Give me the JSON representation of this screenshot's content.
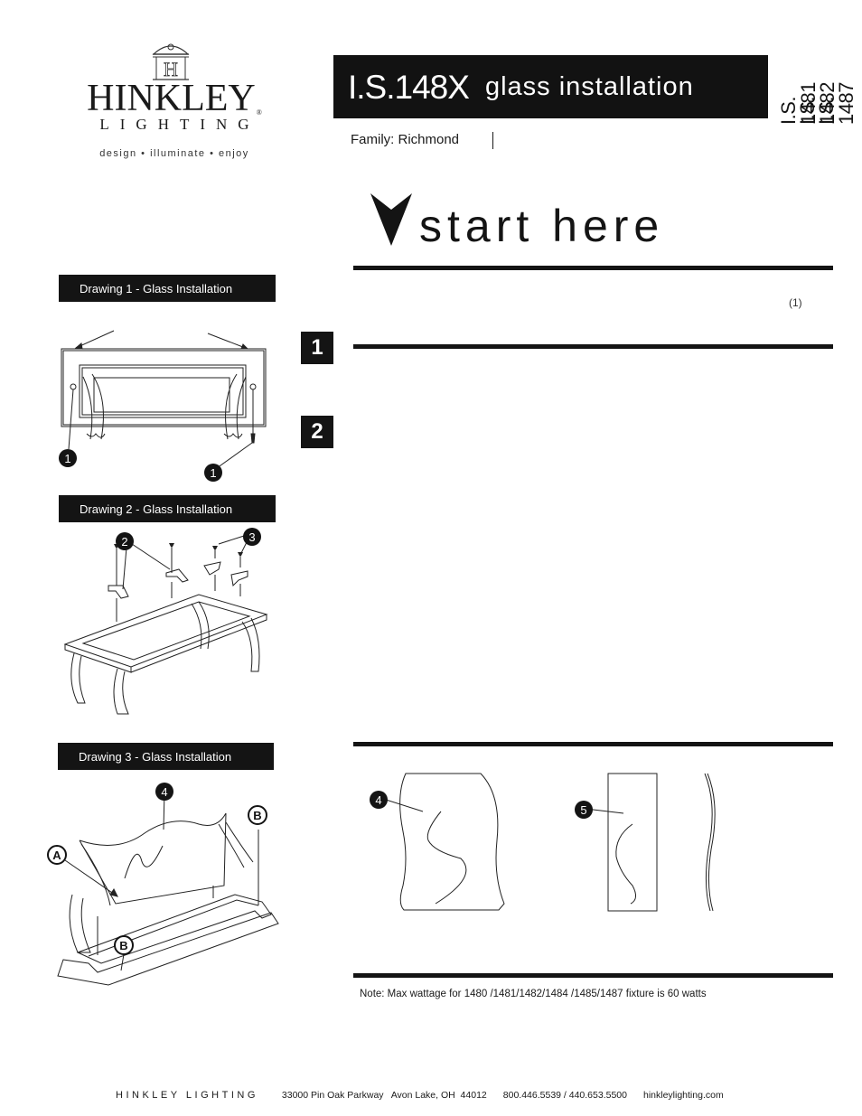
{
  "logo": {
    "name": "HINKLEY",
    "registered": "®",
    "subtitle": "LIGHTING",
    "tagline": "design • illuminate • enjoy"
  },
  "header": {
    "code": "I.S.148X",
    "title": "glass installation",
    "model_codes": [
      "I.S. 1481",
      "I.S. 1482",
      "I.S. 1487"
    ],
    "family": "Family: Richmond"
  },
  "start": {
    "label": "start here",
    "footnote_ref": "(1)"
  },
  "steps": [
    {
      "number": "1"
    },
    {
      "number": "2"
    }
  ],
  "drawings": [
    {
      "label": "Drawing 1 - Glass Installation",
      "callouts": [
        "1",
        "1"
      ]
    },
    {
      "label": "Drawing 2 - Glass Installation",
      "callouts": [
        "2",
        "3"
      ]
    },
    {
      "label": "Drawing 3 - Glass Installation",
      "callouts": [
        "4",
        "A",
        "B",
        "B"
      ]
    }
  ],
  "parts": {
    "callouts": [
      "4",
      "5"
    ]
  },
  "note": "Note: Max wattage for 1480 /1481/1482/1484 /1485/1487 fixture is 60 watts",
  "footer": {
    "brand": "HINKLEY LIGHTING",
    "address": "33000 Pin Oak Parkway   Avon Lake, OH  44012",
    "phone": "800.446.5539 / 440.653.5500",
    "website": "hinkleylighting.com"
  }
}
